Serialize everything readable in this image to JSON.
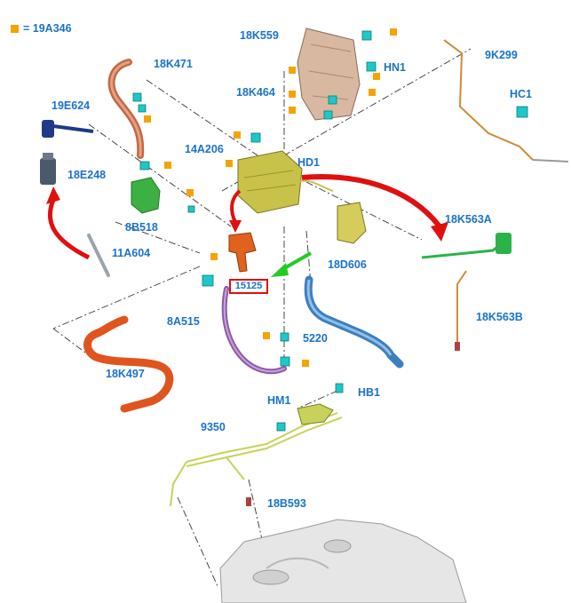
{
  "legend": {
    "text": "= 19A346",
    "marker_color": "#f5a300"
  },
  "highlighted_part": "15125",
  "part_labels": {
    "18K559": "18K559",
    "18K471": "18K471",
    "19E624": "19E624",
    "18E248": "18E248",
    "18K464": "18K464",
    "HN1": "HN1",
    "HC1": "HC1",
    "9K299": "9K299",
    "14A206": "14A206",
    "HD1": "HD1",
    "8B518": "8B518",
    "11A604": "11A604",
    "18K563A": "18K563A",
    "18D606": "18D606",
    "18K563B": "18K563B",
    "8A515": "8A515",
    "5220": "5220",
    "18K497": "18K497",
    "HM1": "HM1",
    "HB1": "HB1",
    "9350": "9350",
    "18B593": "18B593"
  },
  "colors": {
    "label": "#1a73c9",
    "connector": "#1ec8c8",
    "fastener": "#f5a300",
    "arrow": "#e01010",
    "arrow_green": "#22cc22"
  }
}
